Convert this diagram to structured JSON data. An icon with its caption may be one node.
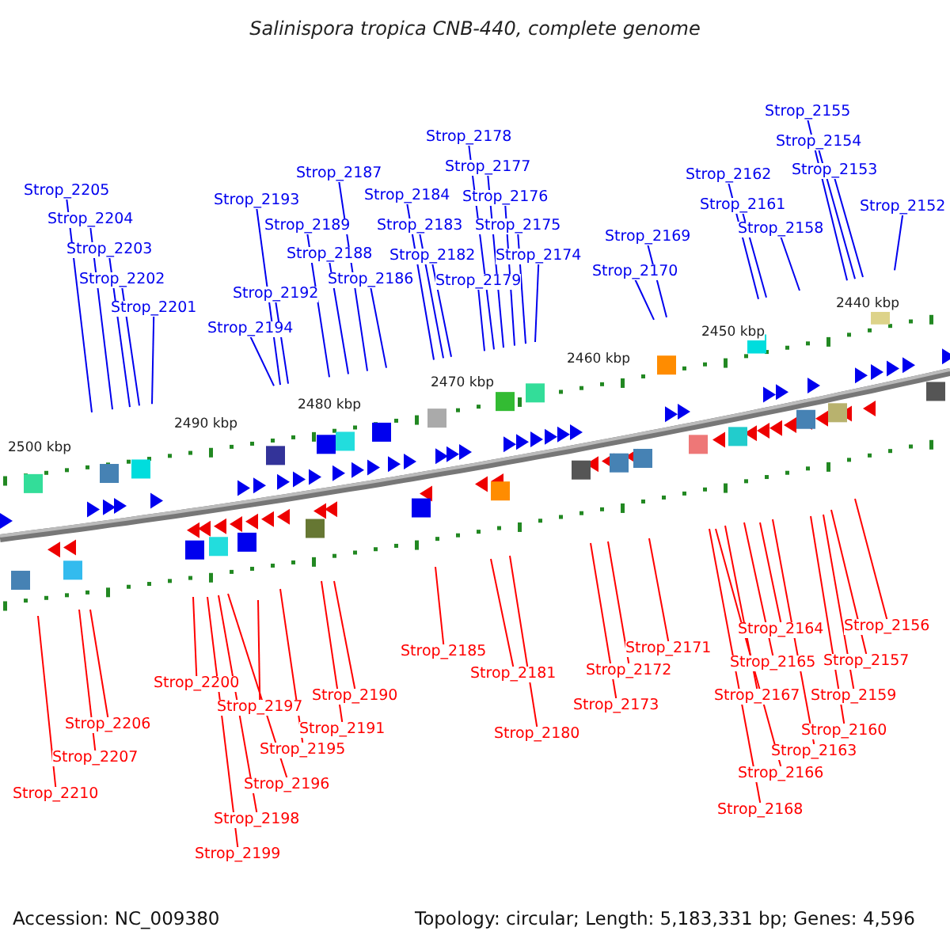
{
  "diagram": {
    "title": "Salinispora tropica CNB-440, complete genome",
    "nodes": [
      {
        "text": [
          "Strop_2205"
        ]
      },
      {
        "text": [
          "Strop_2204"
        ]
      },
      {
        "text": [
          "Strop_2203"
        ]
      },
      {
        "text": [
          "Strop_2202"
        ]
      },
      {
        "text": [
          "Strop_2201"
        ]
      },
      {
        "text": [
          "Strop_2193"
        ]
      },
      {
        "text": [
          "Strop_2192"
        ]
      },
      {
        "text": [
          "Strop_2194"
        ]
      },
      {
        "text": [
          "Strop_2187"
        ]
      },
      {
        "text": [
          "Strop_2189"
        ]
      },
      {
        "text": [
          "Strop_2188"
        ]
      },
      {
        "text": [
          "Strop_2186"
        ]
      },
      {
        "text": [
          "Strop_2184"
        ]
      },
      {
        "text": [
          "Strop_2183"
        ]
      },
      {
        "text": [
          "Strop_2182"
        ]
      },
      {
        "text": [
          "Strop_2178"
        ]
      },
      {
        "text": [
          "Strop_2177"
        ]
      },
      {
        "text": [
          "Strop_2176"
        ]
      },
      {
        "text": [
          "Strop_2175"
        ]
      },
      {
        "text": [
          "Strop_2174"
        ]
      },
      {
        "text": [
          "Strop_2179"
        ]
      },
      {
        "text": [
          "Strop_2169"
        ]
      },
      {
        "text": [
          "Strop_2170"
        ]
      },
      {
        "text": [
          "Strop_2162"
        ]
      },
      {
        "text": [
          "Strop_2161"
        ]
      },
      {
        "text": [
          "Strop_2158"
        ]
      },
      {
        "text": [
          "Strop_2155"
        ]
      },
      {
        "text": [
          "Strop_2154"
        ]
      },
      {
        "text": [
          "Strop_2153"
        ]
      },
      {
        "text": [
          "Strop_2152"
        ]
      },
      {
        "text": [
          "Strop_2210"
        ]
      },
      {
        "text": [
          "Strop_2207"
        ]
      },
      {
        "text": [
          "Strop_2206"
        ]
      },
      {
        "text": [
          "Strop_2200"
        ]
      },
      {
        "text": [
          "Strop_2197"
        ]
      },
      {
        "text": [
          "Strop_2195"
        ]
      },
      {
        "text": [
          "Strop_2196"
        ]
      },
      {
        "text": [
          "Strop_2198"
        ]
      },
      {
        "text": [
          "Strop_2199"
        ]
      },
      {
        "text": [
          "Strop_2191"
        ]
      },
      {
        "text": [
          "Strop_2190"
        ]
      },
      {
        "text": [
          "Strop_2185"
        ]
      },
      {
        "text": [
          "Strop_2181"
        ]
      },
      {
        "text": [
          "Strop_2180"
        ]
      },
      {
        "text": [
          "Strop_2173"
        ]
      },
      {
        "text": [
          "Strop_2172"
        ]
      },
      {
        "text": [
          "Strop_2171"
        ]
      },
      {
        "text": [
          "Strop_2164"
        ]
      },
      {
        "text": [
          "Strop_2165"
        ]
      },
      {
        "text": [
          "Strop_2167"
        ]
      },
      {
        "text": [
          "Strop_2166"
        ]
      },
      {
        "text": [
          "Strop_2168"
        ]
      },
      {
        "text": [
          "Strop_2163"
        ]
      },
      {
        "text": [
          "Strop_2160"
        ]
      },
      {
        "text": [
          "Strop_2159"
        ]
      },
      {
        "text": [
          "Strop_2157"
        ]
      },
      {
        "text": [
          "Strop_2156"
        ]
      }
    ],
    "edges": [
      {
        "from": 0,
        "to": null,
        "arrow": "none"
      },
      {
        "from": 1,
        "to": null,
        "arrow": "none"
      },
      {
        "from": 2,
        "to": null,
        "arrow": "none"
      },
      {
        "from": 3,
        "to": null,
        "arrow": "none"
      },
      {
        "from": 4,
        "to": null,
        "arrow": "none"
      },
      {
        "from": 5,
        "to": null,
        "arrow": "none"
      },
      {
        "from": 6,
        "to": null,
        "arrow": "none"
      },
      {
        "from": 7,
        "to": null,
        "arrow": "none"
      },
      {
        "from": 8,
        "to": null,
        "arrow": "none"
      },
      {
        "from": 9,
        "to": null,
        "arrow": "none"
      },
      {
        "from": 10,
        "to": null,
        "arrow": "none"
      },
      {
        "from": 11,
        "to": null,
        "arrow": "none"
      },
      {
        "from": 12,
        "to": null,
        "arrow": "none"
      },
      {
        "from": 13,
        "to": null,
        "arrow": "none"
      },
      {
        "from": 14,
        "to": null,
        "arrow": "none"
      },
      {
        "from": 15,
        "to": null,
        "arrow": "none"
      },
      {
        "from": 16,
        "to": null,
        "arrow": "none"
      },
      {
        "from": 17,
        "to": null,
        "arrow": "none"
      },
      {
        "from": 18,
        "to": null,
        "arrow": "none"
      },
      {
        "from": 19,
        "to": null,
        "arrow": "none"
      },
      {
        "from": 20,
        "to": null,
        "arrow": "none"
      },
      {
        "from": 21,
        "to": null,
        "arrow": "none"
      },
      {
        "from": 22,
        "to": null,
        "arrow": "none"
      },
      {
        "from": 23,
        "to": null,
        "arrow": "none"
      },
      {
        "from": 24,
        "to": null,
        "arrow": "none"
      },
      {
        "from": 25,
        "to": null,
        "arrow": "none"
      },
      {
        "from": 26,
        "to": null,
        "arrow": "none"
      },
      {
        "from": 27,
        "to": null,
        "arrow": "none"
      },
      {
        "from": 28,
        "to": null,
        "arrow": "none"
      },
      {
        "from": 29,
        "to": null,
        "arrow": "none"
      },
      {
        "from": 30,
        "to": null,
        "arrow": "none",
        "color": "#ff0000"
      },
      {
        "from": 31,
        "to": null,
        "arrow": "none",
        "color": "#ff0000"
      },
      {
        "from": 32,
        "to": null,
        "arrow": "none",
        "color": "#ff0000"
      },
      {
        "from": 33,
        "to": null,
        "arrow": "none",
        "color": "#ff0000"
      },
      {
        "from": 34,
        "to": null,
        "arrow": "none",
        "color": "#ff0000"
      },
      {
        "from": 35,
        "to": null,
        "arrow": "none",
        "color": "#ff0000"
      },
      {
        "from": 36,
        "to": null,
        "arrow": "none",
        "color": "#ff0000"
      },
      {
        "from": 37,
        "to": null,
        "arrow": "none",
        "color": "#ff0000"
      },
      {
        "from": 38,
        "to": null,
        "arrow": "none",
        "color": "#ff0000"
      },
      {
        "from": 39,
        "to": null,
        "arrow": "none",
        "color": "#ff0000"
      },
      {
        "from": 40,
        "to": null,
        "arrow": "none",
        "color": "#ff0000"
      },
      {
        "from": 41,
        "to": null,
        "arrow": "none",
        "color": "#ff0000"
      },
      {
        "from": 42,
        "to": null,
        "arrow": "none",
        "color": "#ff0000"
      },
      {
        "from": 43,
        "to": null,
        "arrow": "none",
        "color": "#ff0000"
      },
      {
        "from": 44,
        "to": null,
        "arrow": "none",
        "color": "#ff0000"
      },
      {
        "from": 45,
        "to": null,
        "arrow": "none",
        "color": "#ff0000"
      },
      {
        "from": 46,
        "to": null,
        "arrow": "none",
        "color": "#ff0000"
      },
      {
        "from": 47,
        "to": null,
        "arrow": "none",
        "color": "#ff0000"
      },
      {
        "from": 48,
        "to": null,
        "arrow": "none",
        "color": "#ff0000"
      },
      {
        "from": 49,
        "to": null,
        "arrow": "none",
        "color": "#ff0000"
      },
      {
        "from": 50,
        "to": null,
        "arrow": "none",
        "color": "#ff0000"
      },
      {
        "from": 51,
        "to": null,
        "arrow": "none",
        "color": "#ff0000"
      },
      {
        "from": 52,
        "to": null,
        "arrow": "none",
        "color": "#ff0000"
      },
      {
        "from": 53,
        "to": null,
        "arrow": "none",
        "color": "#ff0000"
      },
      {
        "from": 54,
        "to": null,
        "arrow": "none",
        "color": "#ff0000"
      },
      {
        "from": 55,
        "to": null,
        "arrow": "none",
        "color": "#ff0000"
      },
      {
        "from": 56,
        "to": null,
        "arrow": "none",
        "color": "#ff0000"
      }
    ],
    "labels": [
      "2500 kbp",
      "2490 kbp",
      "2480 kbp",
      "2470 kbp",
      "2460 kbp",
      "2450 kbp",
      "2440 kbp",
      "Accession: NC_009380",
      "Topology: circular; Length: 5,183,331 bp; Genes: 4,596"
    ]
  }
}
